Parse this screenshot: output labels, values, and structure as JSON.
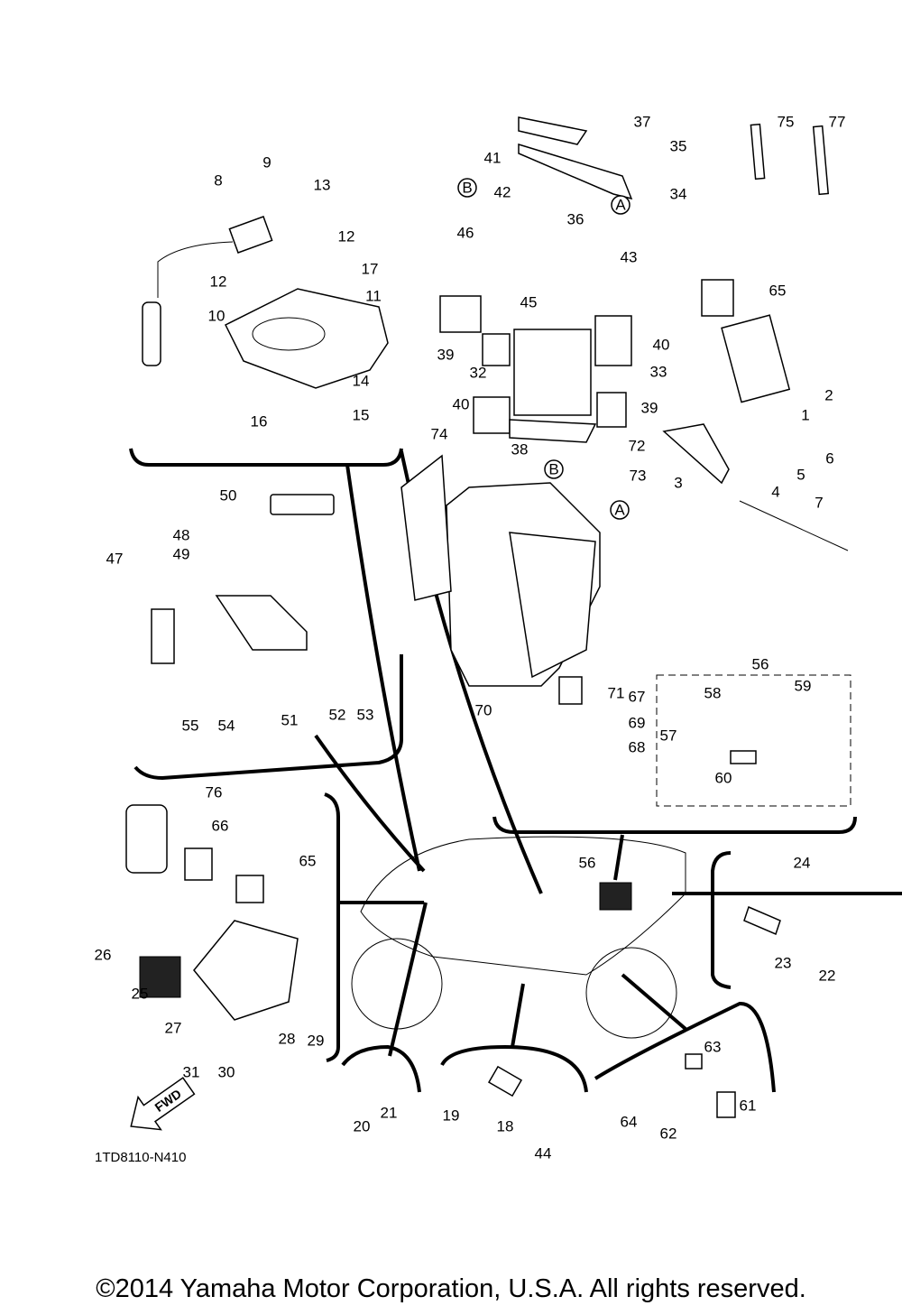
{
  "diagram": {
    "callouts": [
      "9",
      "8",
      "13",
      "12",
      "12",
      "17",
      "10",
      "11",
      "14",
      "16",
      "15",
      "37",
      "35",
      "41",
      "42",
      "34",
      "36",
      "46",
      "43",
      "45",
      "39",
      "32",
      "40",
      "33",
      "40",
      "39",
      "38",
      "75",
      "77",
      "65",
      "2",
      "1",
      "6",
      "5",
      "3",
      "4",
      "7",
      "74",
      "72",
      "73",
      "71",
      "70",
      "67",
      "69",
      "68",
      "56",
      "58",
      "59",
      "57",
      "60",
      "50",
      "48",
      "49",
      "47",
      "51",
      "52",
      "53",
      "55",
      "54",
      "76",
      "66",
      "65",
      "26",
      "25",
      "27",
      "28",
      "29",
      "31",
      "30",
      "56",
      "24",
      "23",
      "22",
      "20",
      "21",
      "19",
      "18",
      "44",
      "63",
      "64",
      "62",
      "61"
    ],
    "reference_markers": [
      "B",
      "A",
      "B",
      "A"
    ],
    "fwd_label": "FWD",
    "diagram_code": "1TD8110-N410"
  },
  "footer": {
    "copyright": "©2014 Yamaha Motor Corporation, U.S.A. All rights reserved."
  }
}
